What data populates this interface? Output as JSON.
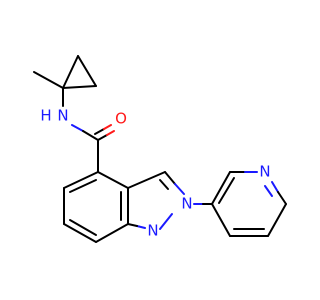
{
  "atoms": {
    "amide_nh": "N",
    "amide_h": "H",
    "carbonyl_o": "O",
    "indazole_n1": "N",
    "indazole_n2": "N",
    "pyridine_n": "N"
  },
  "colors": {
    "bond": "#000000",
    "nitrogen": "#1a1aff",
    "oxygen": "#ff1a1a",
    "background": "#ffffff"
  }
}
